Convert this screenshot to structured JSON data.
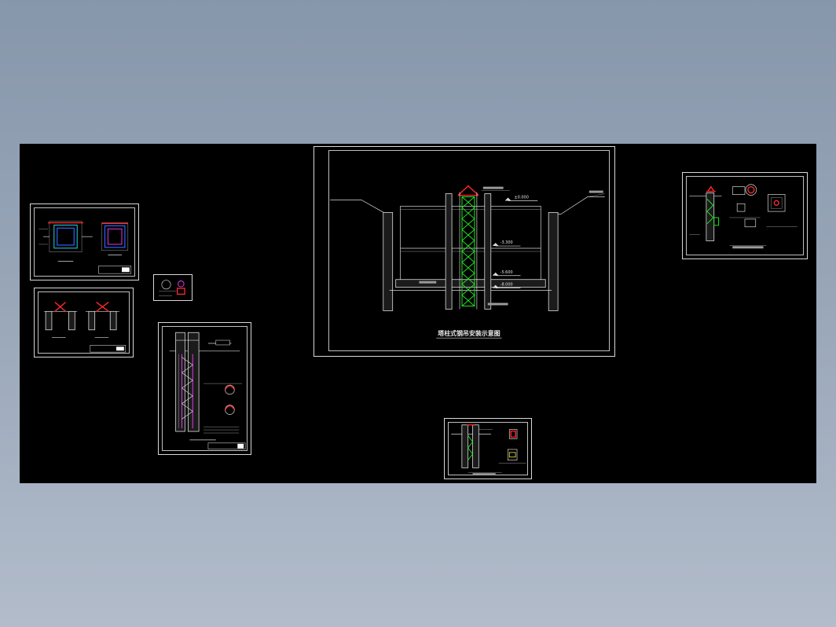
{
  "main_drawing": {
    "title": "塔柱式钢吊安装示意图",
    "elev_top": "±0.000",
    "elev_mid": "-3.300",
    "elev_low": "-5.600",
    "elev_bottom": "-8.000"
  },
  "colors": {
    "canvas": "#000000",
    "background": "#8f9db0",
    "line": "#d9d9d9",
    "accent_red": "#ff2a2a",
    "accent_green": "#22e322",
    "accent_blue": "#2f63ff",
    "accent_cyan": "#25d7e6",
    "accent_magenta": "#e23bea"
  }
}
